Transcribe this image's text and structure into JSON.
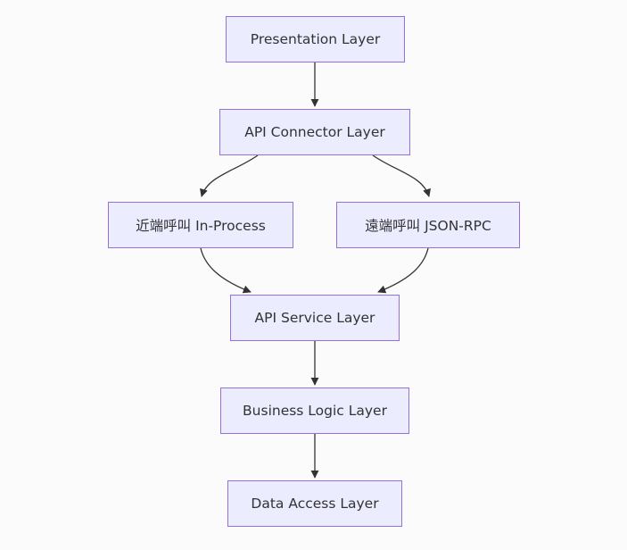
{
  "diagram": {
    "type": "flowchart",
    "direction": "top-down",
    "nodes": [
      {
        "id": "presentation",
        "label": "Presentation Layer"
      },
      {
        "id": "api-connector",
        "label": "API Connector Layer"
      },
      {
        "id": "in-process",
        "label": "近端呼叫 In-Process"
      },
      {
        "id": "json-rpc",
        "label": "遠端呼叫 JSON-RPC"
      },
      {
        "id": "api-service",
        "label": "API Service Layer"
      },
      {
        "id": "business-logic",
        "label": "Business Logic Layer"
      },
      {
        "id": "data-access",
        "label": "Data Access Layer"
      }
    ],
    "edges": [
      {
        "from": "Presentation Layer",
        "to": "API Connector Layer"
      },
      {
        "from": "API Connector Layer",
        "to": "近端呼叫 In-Process"
      },
      {
        "from": "API Connector Layer",
        "to": "遠端呼叫 JSON-RPC"
      },
      {
        "from": "近端呼叫 In-Process",
        "to": "API Service Layer"
      },
      {
        "from": "遠端呼叫 JSON-RPC",
        "to": "API Service Layer"
      },
      {
        "from": "API Service Layer",
        "to": "Business Logic Layer"
      },
      {
        "from": "Business Logic Layer",
        "to": "Data Access Layer"
      }
    ]
  },
  "colors": {
    "node_fill": "#ECECFF",
    "node_border": "#9370DB",
    "arrow": "#333333",
    "text": "#333333",
    "background": "#fbfbfb"
  }
}
